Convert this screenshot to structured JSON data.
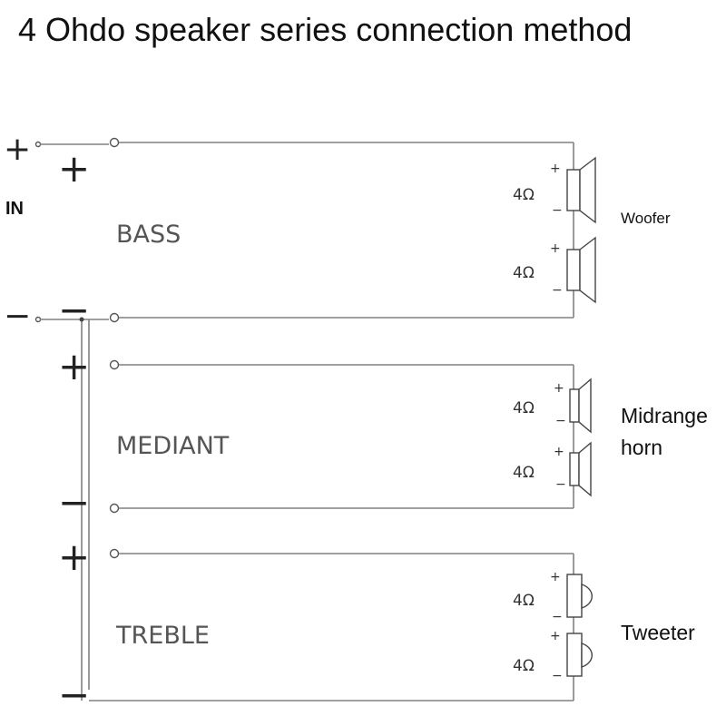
{
  "title": "4 Ohdo speaker series connection method",
  "input": {
    "label": "IN",
    "plus": "+",
    "minus": "−"
  },
  "sections": [
    {
      "label": "BASS",
      "plus": "+",
      "minus": "−"
    },
    {
      "label": "MEDIANT",
      "plus": "+",
      "minus": "−"
    },
    {
      "label": "TREBLE",
      "plus": "+",
      "minus": "−"
    }
  ],
  "speakers": [
    {
      "impedance": "4Ω",
      "plus": "+",
      "minus": "−"
    },
    {
      "impedance": "4Ω",
      "plus": "+",
      "minus": "−"
    },
    {
      "impedance": "4Ω",
      "plus": "+",
      "minus": "−"
    },
    {
      "impedance": "4Ω",
      "plus": "+",
      "minus": "−"
    },
    {
      "impedance": "4Ω",
      "plus": "+",
      "minus": "−"
    },
    {
      "impedance": "4Ω",
      "plus": "+",
      "minus": "−"
    }
  ],
  "driver_labels": {
    "woofer": "Woofer",
    "midrange_line1": "Midrange",
    "midrange_line2": "horn",
    "tweeter": "Tweeter"
  },
  "colors": {
    "wire": "#808080",
    "text": "#111111",
    "section_text": "#555555"
  }
}
